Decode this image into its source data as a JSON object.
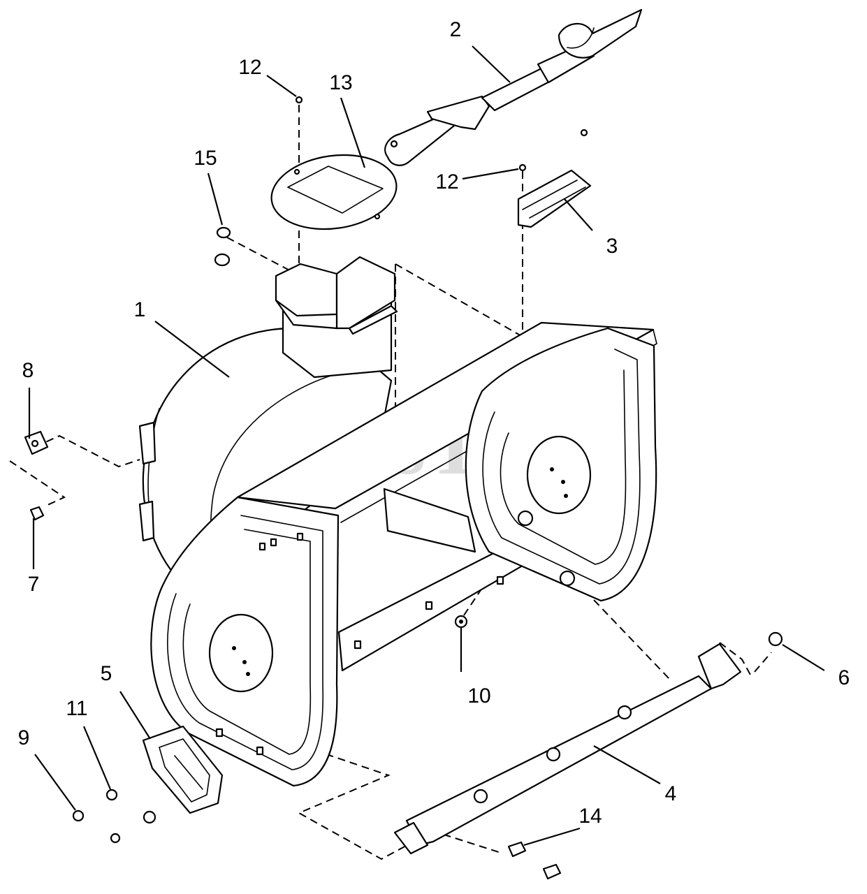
{
  "watermark": {
    "text": "PartsTree",
    "trademark": "TM"
  },
  "callouts": [
    {
      "id": "1",
      "text": "1"
    },
    {
      "id": "2",
      "text": "2"
    },
    {
      "id": "3",
      "text": "3"
    },
    {
      "id": "4",
      "text": "4"
    },
    {
      "id": "5",
      "text": "5"
    },
    {
      "id": "6",
      "text": "6"
    },
    {
      "id": "7",
      "text": "7"
    },
    {
      "id": "8",
      "text": "8"
    },
    {
      "id": "9",
      "text": "9"
    },
    {
      "id": "10",
      "text": "10"
    },
    {
      "id": "11",
      "text": "11"
    },
    {
      "id": "12a",
      "text": "12"
    },
    {
      "id": "12b",
      "text": "12"
    },
    {
      "id": "13",
      "text": "13"
    },
    {
      "id": "14",
      "text": "14"
    },
    {
      "id": "15",
      "text": "15"
    }
  ]
}
